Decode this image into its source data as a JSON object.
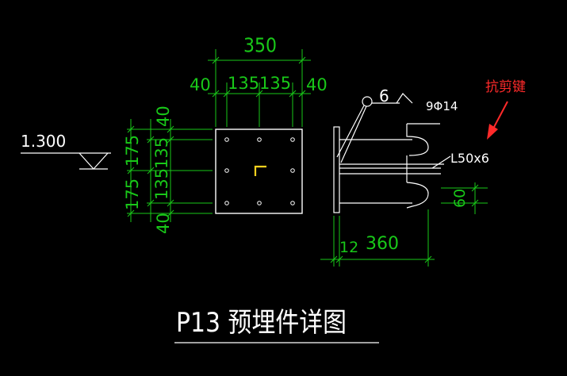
{
  "drawing": {
    "title": "P13  预埋件详图",
    "elevation": "1.300",
    "annotation_label": "抗剪键",
    "plan_view": {
      "dim_total": "350",
      "dim_edge_left": "40",
      "dim_mid_left": "135",
      "dim_mid_right": "135",
      "dim_edge_right": "40",
      "dim_left_175_top": "175",
      "dim_left_175_bottom": "175",
      "dim_left_40_top": "40",
      "dim_left_135_top": "135",
      "dim_left_135_bottom": "135",
      "dim_left_40_bottom": "40"
    },
    "section_view": {
      "weld_size": "6",
      "rebar": "9Φ14",
      "angle": "L50x6",
      "dim_60": "60",
      "dim_12": "12",
      "dim_360": "360"
    },
    "colors": {
      "background": "#000000",
      "dimension": "#19c819",
      "geometry": "#ffffff",
      "annotation": "#ff2a2a",
      "anchor_square": "#ffd21e"
    }
  }
}
